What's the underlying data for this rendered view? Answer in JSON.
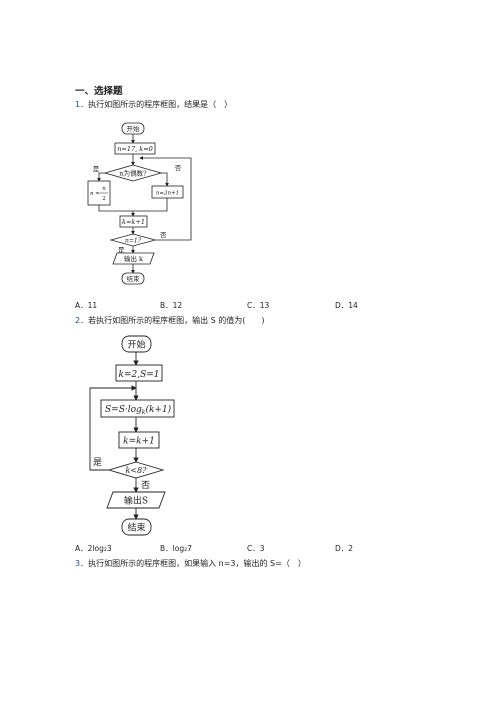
{
  "section_title": "一、选择题",
  "questions": [
    {
      "num": "1．",
      "text": "执行如图所示的程序框图，结果是（　）",
      "options": [
        {
          "label": "A．",
          "value": "11"
        },
        {
          "label": "B．",
          "value": "12"
        },
        {
          "label": "C．",
          "value": "13"
        },
        {
          "label": "D．",
          "value": "14"
        }
      ],
      "flowchart": {
        "start": "开始",
        "init": "n=17, k=0",
        "cond1": "n为偶数?",
        "yes": "是",
        "no": "否",
        "branch_yes_left": "n =",
        "branch_yes_num": "n",
        "branch_yes_den": "2",
        "branch_no": "n=3n+1",
        "inc": "k=k+1",
        "cond2": "n=1?",
        "output": "输出 k",
        "end": "结束"
      }
    },
    {
      "num": "2．",
      "text": "若执行如图所示的程序框图，输出 S 的值为(　　)",
      "options": [
        {
          "label": "A．",
          "value": "2log₂3"
        },
        {
          "label": "B．",
          "value": "log₂7"
        },
        {
          "label": "C．",
          "value": "3"
        },
        {
          "label": "D．",
          "value": "2"
        }
      ],
      "flowchart": {
        "start": "开始",
        "init": "k=2,S=1",
        "update": "S=S·logk(k+1)",
        "update_pre": "S=S·log",
        "update_sub": "k",
        "update_post": "(k+1)",
        "inc": "k=k+1",
        "cond": "k<8?",
        "yes": "是",
        "no": "否",
        "output": "输出S",
        "end": "结束"
      }
    },
    {
      "num": "3．",
      "text": "执行如图所示的程序框图，如果输入 n=3，输出的 S=（　）"
    }
  ]
}
